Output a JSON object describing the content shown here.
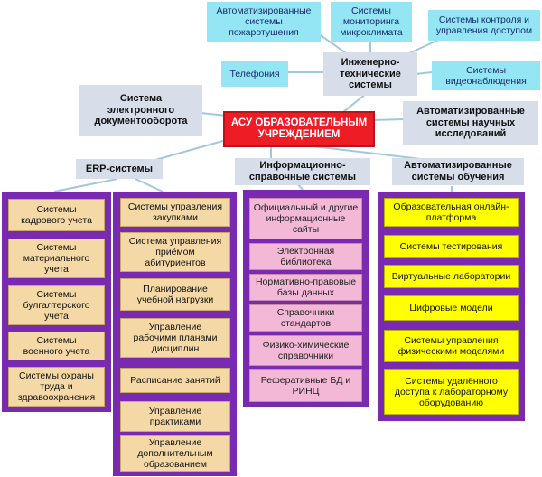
{
  "root": "АСУ ОБРАЗОВАТЕЛЬНЫМ\nУЧРЕЖДЕНИЕМ",
  "engineering": {
    "label": "Инженерно-\nтехнические\nсистемы",
    "children": [
      "Автоматизированные\nсистемы\nпожаротушения",
      "Системы\nмониторинга\nмикроклимата",
      "Системы контроля и\nуправления доступом",
      "Телефония",
      "Системы\nвидеонаблюдения"
    ]
  },
  "edo": "Система\nэлектронного\nдокументооборота",
  "science": "Автоматизированные\nсистемы научных\nисследований",
  "erp": {
    "label": "ERP-системы",
    "col1": [
      "Системы\nкадрового учета",
      "Системы\nматериального\nучета",
      "Системы\nбулгалтерского\nучета",
      "Системы\nвоенного учета",
      "Системы охраны\nтруда и\nздравоохранения"
    ],
    "col2": [
      "Системы управления\nзакупками",
      "Система управления\nприёмом\nабитуриентов",
      "Планирование\nучебной нагрузки",
      "Управление\nрабочими планами\nдисциплин",
      "Расписание занятий",
      "Управление\nпрактиками",
      "Управление\nдополнительным\nобразованием"
    ]
  },
  "info": {
    "label": "Информационно-\nсправочные системы",
    "items": [
      "Официальный и другие\nинформационные\nсайты",
      "Электронная\nбиблиотека",
      "Нормативно-правовые\nбазы данных",
      "Справочники\nстандартов",
      "Физико-химические\nсправочники",
      "Реферативные БД и\nРИНЦ"
    ]
  },
  "learning": {
    "label": "Автоматизированные\nсистемы обучения",
    "items": [
      "Образовательная онлайн-\nплатформа",
      "Системы тестирования",
      "Виртуальные лаборатории",
      "Цифровые модели",
      "Системы управления\nфизическими моделями",
      "Системы удалённого\nдоступа к лабораторному\nоборудованию"
    ]
  },
  "colors": {
    "cyan": "#94e6f5",
    "gray": "#d7dee9",
    "red": "#ee1c24",
    "purple": "#7a2ab0",
    "tan": "#f4d9a6",
    "pink": "#f2b8d6",
    "yellow": "#ffff00",
    "line": "#9fc8dc"
  }
}
